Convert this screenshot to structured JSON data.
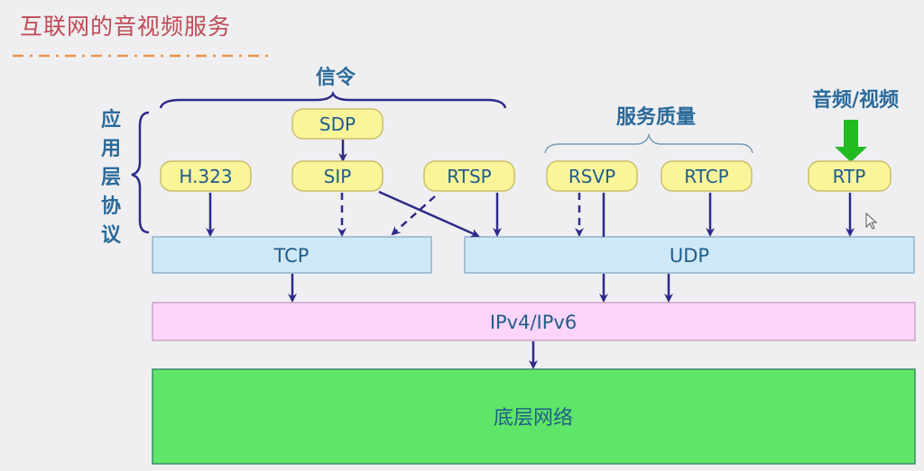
{
  "title": "互联网的音视频服务",
  "labels": {
    "signaling": "信令",
    "qos": "服务质量",
    "app_layer": [
      "应",
      "用",
      "层",
      "协",
      "议"
    ],
    "audio_video": "音频/视频"
  },
  "protocols": {
    "sdp": "SDP",
    "h323": "H.323",
    "sip": "SIP",
    "rtsp": "RTSP",
    "rsvp": "RSVP",
    "rtcp": "RTCP",
    "rtp": "RTP"
  },
  "layers": {
    "tcp": "TCP",
    "udp": "UDP",
    "ip": "IPv4/IPv6",
    "network": "底层网络"
  },
  "colors": {
    "title": "#c04a55",
    "divider": "#e8944a",
    "protocol_fill": "#fbf59a",
    "transport_fill": "#cfe8f7",
    "ip_fill": "#fdd5fb",
    "network_fill": "#5fe567",
    "arrow": "#2e2a8a",
    "media_arrow": "#22bb22"
  }
}
